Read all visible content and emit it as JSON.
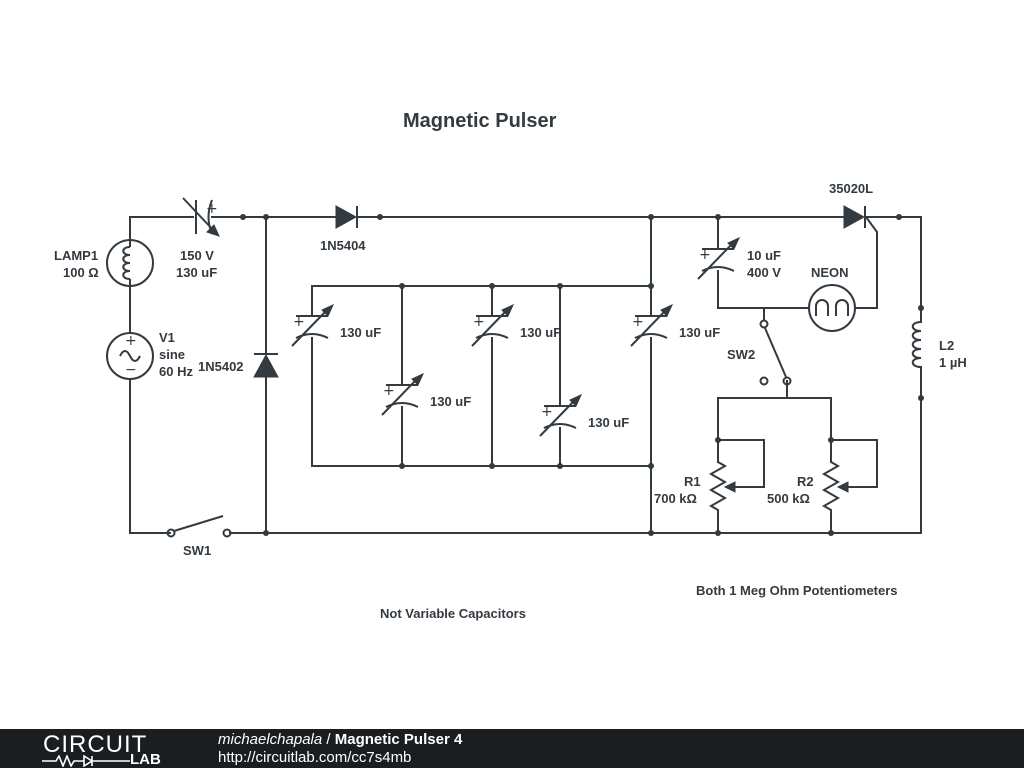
{
  "diagram": {
    "title": "Magnetic Pulser",
    "notes": {
      "caps": "Not Variable Capacitors",
      "pots": "Both 1 Meg Ohm Potentiometers"
    },
    "components": {
      "lamp1": {
        "name": "LAMP1",
        "value": "100 Ω"
      },
      "cap_top": {
        "value1": "150 V",
        "value2": "130 uF"
      },
      "v1": {
        "name": "V1",
        "type": "sine",
        "freq": "60 Hz"
      },
      "d1": {
        "name": "1N5402"
      },
      "d2": {
        "name": "1N5404"
      },
      "c1": {
        "value": "130 uF"
      },
      "c2": {
        "value": "130 uF"
      },
      "c3": {
        "value": "130 uF"
      },
      "c4": {
        "value": "130 uF"
      },
      "c5": {
        "value": "130 uF"
      },
      "c6": {
        "value1": "10 uF",
        "value2": "400 V"
      },
      "scr": {
        "name": "35020L"
      },
      "neon": {
        "name": "NEON"
      },
      "sw1": {
        "name": "SW1"
      },
      "sw2": {
        "name": "SW2"
      },
      "r1": {
        "name": "R1",
        "value": "700 kΩ"
      },
      "r2": {
        "name": "R2",
        "value": "500 kΩ"
      },
      "l2": {
        "name": "L2",
        "value": "1 µH"
      }
    },
    "plus_sign": "+",
    "minus_sign": "−"
  },
  "footer": {
    "logo_top": "CIRCUIT",
    "logo_bottom": "LAB",
    "author": "michaelchapala",
    "separator": " / ",
    "project": "Magnetic Pulser 4",
    "url": "http://circuitlab.com/cc7s4mb",
    "background": "#1b1e20"
  }
}
